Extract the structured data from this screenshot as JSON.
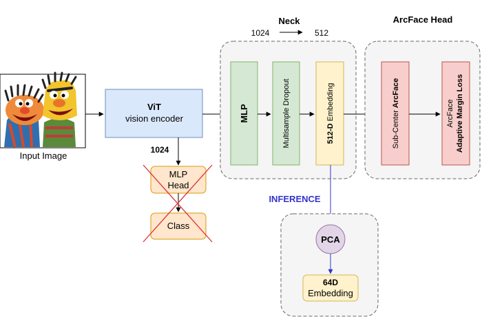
{
  "input": {
    "caption": "Input Image"
  },
  "vit": {
    "title": "ViT",
    "subtitle": "vision encoder"
  },
  "dim_1024_vertical": "1024",
  "mlp_head": {
    "line1": "MLP",
    "line2": "Head"
  },
  "class_box": "Class",
  "neck": {
    "title": "Neck",
    "dim_from": "1024",
    "dim_to": "512",
    "mlp": "MLP",
    "dropout": "Multisample Dropout",
    "embedding": {
      "bold": "512-D",
      "rest": " Embedding"
    }
  },
  "arcface_head": {
    "title": "ArcFace Head",
    "subcenter": {
      "plain": "Sub-Center ",
      "bold": "ArcFace"
    },
    "adaptive": {
      "line1": "ArcFace",
      "line2": "Adaptive Margin Loss"
    }
  },
  "inference": {
    "label": "INFERENCE",
    "pca": "PCA",
    "embed": {
      "line1": "64D",
      "line2": "Embedding"
    }
  },
  "colors": {
    "vit_fill": "#dae8fc",
    "vit_stroke": "#6c8ebf",
    "green_fill": "#d5e8d4",
    "green_stroke": "#82b366",
    "yellow_fill": "#fff2cc",
    "yellow_stroke": "#d6b656",
    "red_fill": "#f8cecc",
    "red_stroke": "#b85450",
    "orange_fill": "#ffe6cc",
    "orange_stroke": "#d79b00",
    "purple_fill": "#e1d5e7",
    "purple_stroke": "#9673a6",
    "group_fill": "#f5f5f5",
    "group_stroke": "#666666",
    "inference_blue": "#3333cc",
    "cross_red": "#e03030"
  }
}
